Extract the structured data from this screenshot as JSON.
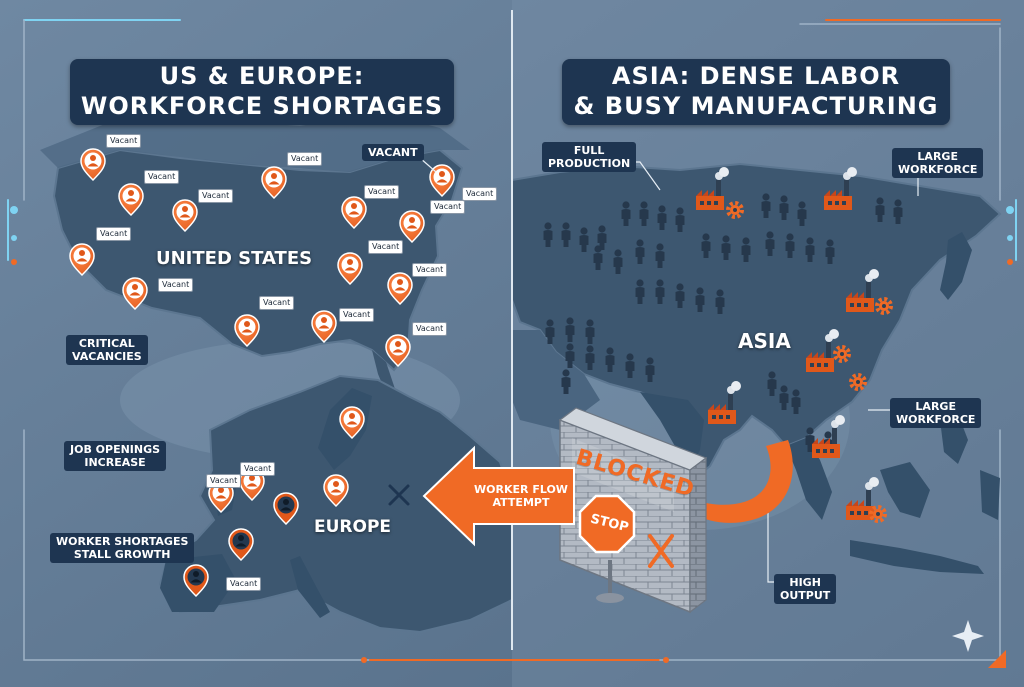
{
  "titles": {
    "left_line1": "US & EUROPE:",
    "left_line2": "WORKFORCE SHORTAGES",
    "right_line1": "ASIA: DENSE LABOR",
    "right_line2": "& BUSY MANUFACTURING"
  },
  "map_labels": {
    "us": "UNITED STATES",
    "europe": "EUROPE",
    "asia": "ASIA"
  },
  "left_tags": {
    "vacant_big": "VACANT",
    "critical_line1": "CRITICAL",
    "critical_line2": "VACANCIES",
    "openings_line1": "JOB OPENINGS",
    "openings_line2": "INCREASE",
    "shortages_line1": "WORKER SHORTAGES",
    "shortages_line2": "STALL GROWTH"
  },
  "right_tags": {
    "full_line1": "FULL",
    "full_line2": "PRODUCTION",
    "large1_line1": "LARGE",
    "large1_line2": "WORKFORCE",
    "large2_line1": "LARGE",
    "large2_line2": "WORKFORCE",
    "high_line1": "HIGH",
    "high_line2": "OUTPUT"
  },
  "vacant_label": "Vacant",
  "flow": {
    "line1": "WORKER FLOW",
    "line2": "ATTEMPT"
  },
  "barrier": {
    "blocked": "BLOCKED",
    "stop": "STOP"
  },
  "colors": {
    "background": "#5f7893",
    "land": "#3d5770",
    "dark_land": "#2c4258",
    "title_bg": "#1e3551",
    "accent_orange": "#f06a25",
    "pin_dark": "#23384f",
    "accent_cyan": "#7fd3f2"
  }
}
